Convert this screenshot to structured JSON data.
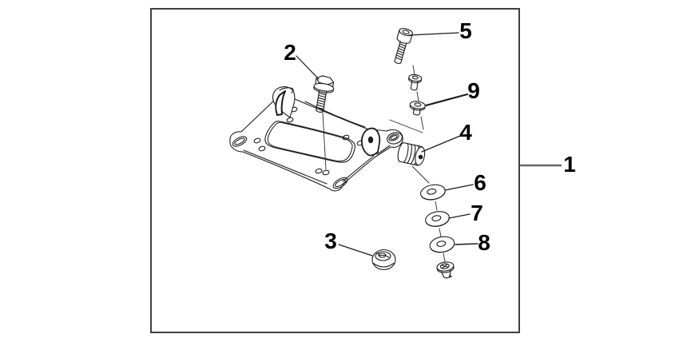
{
  "diagram": {
    "kind": "exploded-parts-line-drawing",
    "colors": {
      "line": "#1c1c1c",
      "frame": "#3f3f3f",
      "background": "#ffffff",
      "label": "#000000",
      "frame_leader": "#666666"
    },
    "callouts": [
      {
        "number": "1"
      },
      {
        "number": "2"
      },
      {
        "number": "3"
      },
      {
        "number": "4"
      },
      {
        "number": "5"
      },
      {
        "number": "6"
      },
      {
        "number": "7"
      },
      {
        "number": "8"
      },
      {
        "number": "9"
      }
    ]
  }
}
